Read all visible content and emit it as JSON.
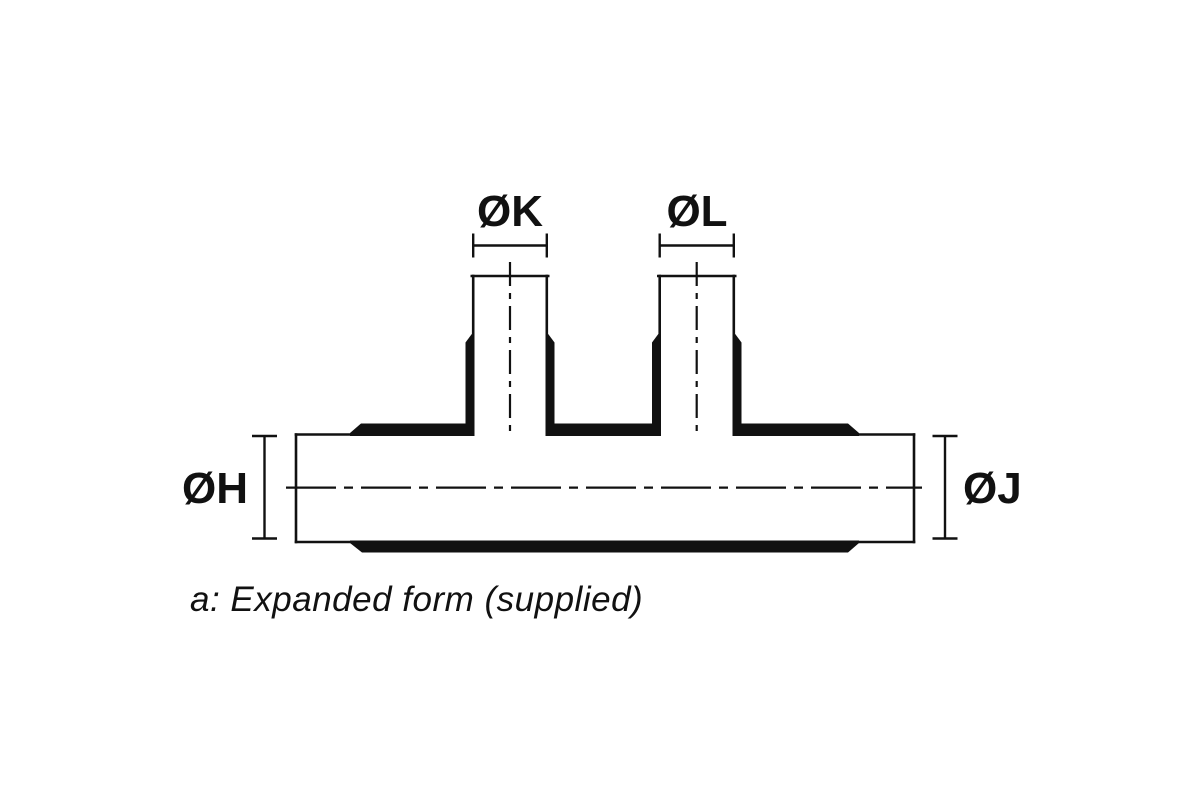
{
  "diagram": {
    "type": "technical-drawing",
    "subject": "expanded double-branch tube fitting, side view",
    "caption": "a: Expanded form (supplied)",
    "labels": {
      "branch_left": "ØK",
      "branch_right": "ØL",
      "main_left": "ØH",
      "main_right": "ØJ"
    },
    "colors": {
      "ink": "#111111",
      "background": "#ffffff"
    }
  }
}
